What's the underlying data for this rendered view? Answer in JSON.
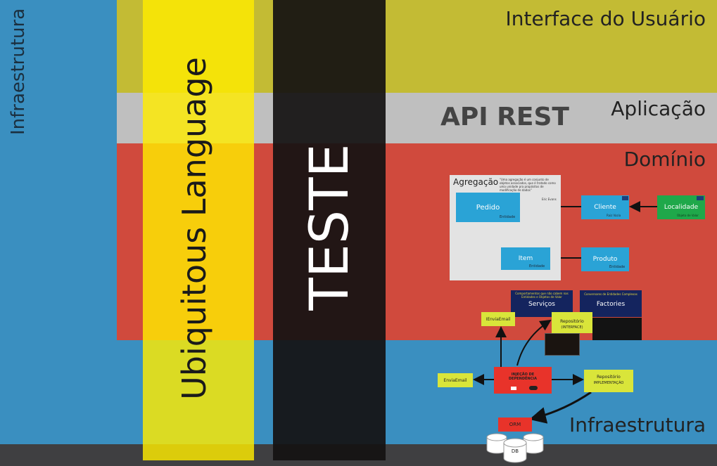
{
  "layers": {
    "interface": "Interface do Usuário",
    "aplicacao": "Aplicação",
    "dominio": "Domínio",
    "infra_bottom": "Infraestrutura",
    "infra_left": "Infraestrutura"
  },
  "columns": {
    "ubiquitous": "Ubiquitous Language",
    "teste": "TESTE"
  },
  "api_rest": "API REST",
  "agregacao": {
    "title": "Agregação",
    "quote": "\"Uma agregação é um conjunto de objetos associados, que é tratado como uma unidade pra propósitos de modificação de dados\"",
    "author": "Eric Evans",
    "pedido": "Pedido",
    "pedido_sub": "Entidade",
    "item": "Item",
    "item_sub": "Entidade"
  },
  "cliente": {
    "label": "Cliente",
    "sub": "Raiz Vazia"
  },
  "localidade": {
    "label": "Localidade",
    "sub": "Objeto de Valor"
  },
  "produto": {
    "label": "Produto",
    "sub": "Entidade"
  },
  "servicos": {
    "caption": "Comportamentos que não cabem nas Entidades e Objetos de Valor",
    "label": "Serviços"
  },
  "factories": {
    "caption": "Conversores de Entidades Complexas",
    "label": "Factories"
  },
  "ienviaemail": "IEnviaEmail",
  "repositorio_interface": {
    "label": "Repositório",
    "sub": "(INTERFACE)"
  },
  "injecao": {
    "label": "INJEÇÃO DE DEPENDÊNCIA"
  },
  "enviaemail": "EnviaEmail",
  "repositorio_impl": {
    "label": "Repositório",
    "sub": "IMPLEMENTAÇÃO"
  },
  "orm": "ORM",
  "db": "DB",
  "colors": {
    "background": "#3f3f41",
    "infra_blue": "#3a8fc0",
    "interface_olive": "#c3bb34",
    "aplicacao_gray": "#bfbfbf",
    "dominio_red": "#d04a3d",
    "ubiquitous_yellow": "#f2e20c",
    "teste_dark": "#1e1c1c",
    "box_blue": "#2aa3d6",
    "box_green": "#1fa84a",
    "navy": "#14245e",
    "lime": "#d9e53a"
  }
}
